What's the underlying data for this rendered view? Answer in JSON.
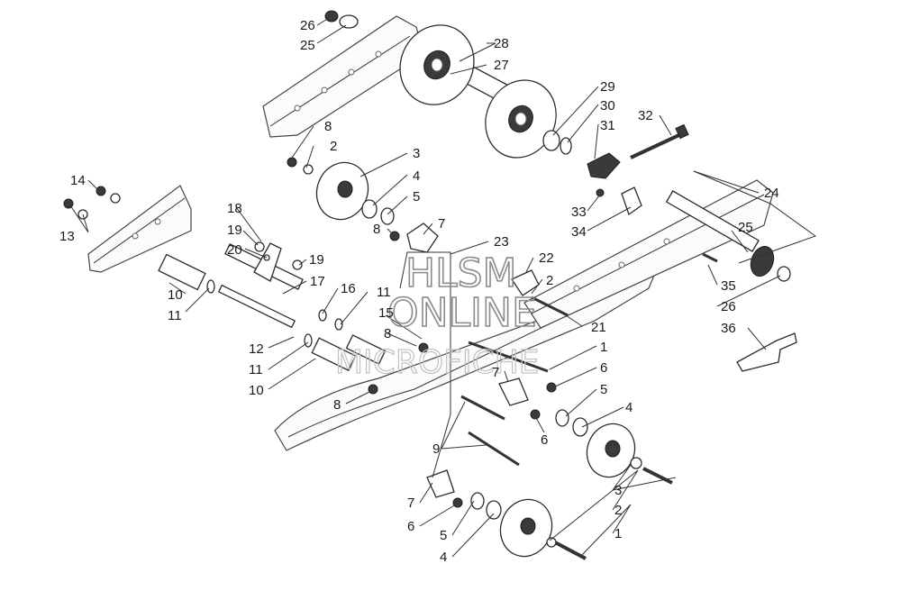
{
  "watermark": {
    "line1": "HLSM",
    "line2": "ONLINE",
    "line3": "MICROFICHE"
  },
  "callouts": [
    {
      "id": "c26a",
      "label": "26"
    },
    {
      "id": "c25a",
      "label": "25"
    },
    {
      "id": "c28",
      "label": "28"
    },
    {
      "id": "c27",
      "label": "27"
    },
    {
      "id": "c29",
      "label": "29"
    },
    {
      "id": "c30",
      "label": "30"
    },
    {
      "id": "c31",
      "label": "31"
    },
    {
      "id": "c32",
      "label": "32"
    },
    {
      "id": "c8a",
      "label": "8"
    },
    {
      "id": "c2a",
      "label": "2"
    },
    {
      "id": "c3a",
      "label": "3"
    },
    {
      "id": "c4a",
      "label": "4"
    },
    {
      "id": "c5a",
      "label": "5"
    },
    {
      "id": "c14",
      "label": "14"
    },
    {
      "id": "c13",
      "label": "13"
    },
    {
      "id": "c24",
      "label": "24"
    },
    {
      "id": "c33",
      "label": "33"
    },
    {
      "id": "c34",
      "label": "34"
    },
    {
      "id": "c18",
      "label": "18"
    },
    {
      "id": "c19a",
      "label": "19"
    },
    {
      "id": "c20",
      "label": "20"
    },
    {
      "id": "c19b",
      "label": "19"
    },
    {
      "id": "c7a",
      "label": "7"
    },
    {
      "id": "c8b",
      "label": "8"
    },
    {
      "id": "c23",
      "label": "23"
    },
    {
      "id": "c22",
      "label": "22"
    },
    {
      "id": "c2b",
      "label": "2"
    },
    {
      "id": "c25b",
      "label": "25"
    },
    {
      "id": "c17",
      "label": "17"
    },
    {
      "id": "c16",
      "label": "16"
    },
    {
      "id": "c11a",
      "label": "11"
    },
    {
      "id": "c10a",
      "label": "10"
    },
    {
      "id": "c11b",
      "label": "11"
    },
    {
      "id": "c15",
      "label": "15"
    },
    {
      "id": "c8c",
      "label": "8"
    },
    {
      "id": "c21",
      "label": "21"
    },
    {
      "id": "c35",
      "label": "35"
    },
    {
      "id": "c26b",
      "label": "26"
    },
    {
      "id": "c36",
      "label": "36"
    },
    {
      "id": "c12",
      "label": "12"
    },
    {
      "id": "c11c",
      "label": "11"
    },
    {
      "id": "c10b",
      "label": "10"
    },
    {
      "id": "c1a",
      "label": "1"
    },
    {
      "id": "c6a",
      "label": "6"
    },
    {
      "id": "c7b",
      "label": "7"
    },
    {
      "id": "c5b",
      "label": "5"
    },
    {
      "id": "c8d",
      "label": "8"
    },
    {
      "id": "c4b",
      "label": "4"
    },
    {
      "id": "c6b",
      "label": "6"
    },
    {
      "id": "c9",
      "label": "9"
    },
    {
      "id": "c3b",
      "label": "3"
    },
    {
      "id": "c7c",
      "label": "7"
    },
    {
      "id": "c6c",
      "label": "6"
    },
    {
      "id": "c2c",
      "label": "2"
    },
    {
      "id": "c5c",
      "label": "5"
    },
    {
      "id": "c1b",
      "label": "1"
    },
    {
      "id": "c4c",
      "label": "4"
    }
  ]
}
